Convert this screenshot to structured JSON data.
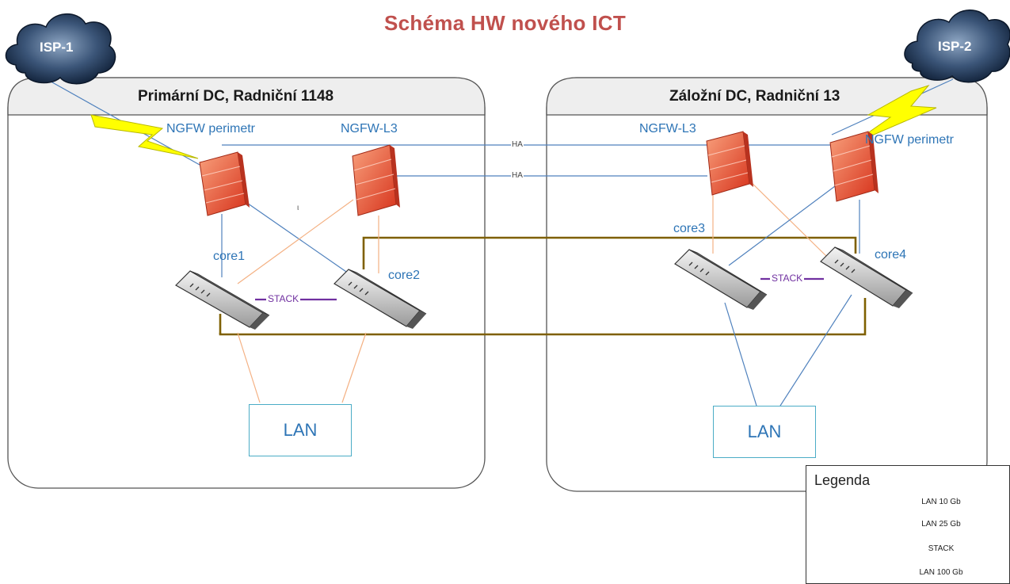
{
  "title": "Schéma HW nového ICT",
  "clouds": {
    "isp1": "ISP-1",
    "isp2": "ISP-2"
  },
  "datacenters": {
    "primary": {
      "title": "Primární DC, Radniční 1148",
      "ngfw_perimeter": "NGFW perimetr",
      "ngfw_l3": "NGFW-L3",
      "core_a": "core1",
      "core_b": "core2",
      "stack": "STACK",
      "lan": "LAN",
      "stray_mark": "ι"
    },
    "backup": {
      "title": "Záložní DC, Radniční 13",
      "ngfw_perimeter": "NGFW perimetr",
      "ngfw_l3": "NGFW-L3",
      "core_a": "core3",
      "core_b": "core4",
      "stack": "STACK",
      "lan": "LAN"
    }
  },
  "links": {
    "ha_top": "HA",
    "ha_bottom": "HA"
  },
  "legend": {
    "title": "Legenda",
    "items": [
      {
        "label": "LAN 10 Gb",
        "color": "#4f81bd"
      },
      {
        "label": "LAN 25 Gb",
        "color": "#f4b183"
      },
      {
        "label": "STACK",
        "color": "#7030a0"
      },
      {
        "label": "LAN 100 Gb",
        "color": "#7f6000"
      }
    ]
  },
  "colors": {
    "title": "#c0504d",
    "label_blue": "#2e75b6",
    "firewall": "#e8472c",
    "lightning": "#ffff00",
    "cloud": "#1f3864"
  }
}
